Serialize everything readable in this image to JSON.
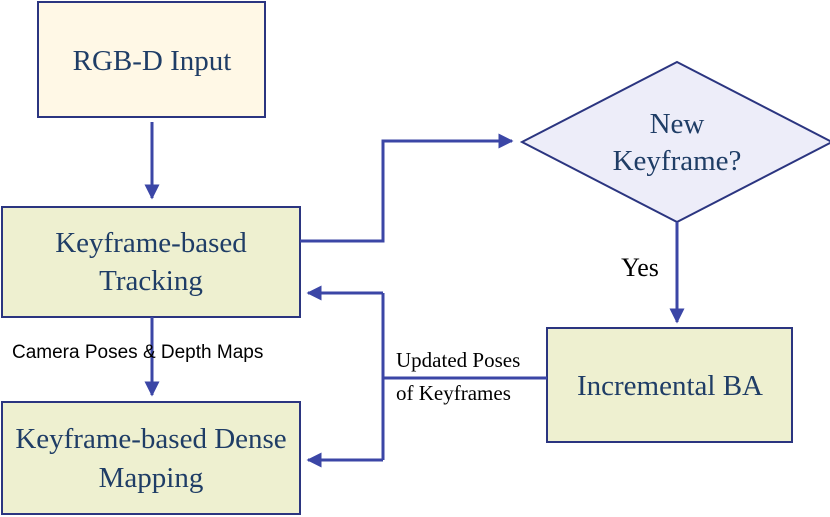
{
  "colors": {
    "box_fill_input": "#fff8e6",
    "box_fill_process": "#eef0d0",
    "diamond_fill": "#ededf9",
    "stroke": "#2b3580",
    "arrow": "#3b46a6",
    "text": "#1f3d66"
  },
  "nodes": {
    "rgbd_input": {
      "label": "RGB-D Input"
    },
    "tracking": {
      "lines": [
        "Keyframe-based",
        "Tracking"
      ]
    },
    "new_keyframe": {
      "lines": [
        "New",
        "Keyframe?"
      ]
    },
    "incremental_ba": {
      "label": "Incremental BA"
    },
    "dense_mapping": {
      "lines": [
        "Keyframe-based Dense",
        "Mapping"
      ]
    }
  },
  "edges": {
    "yes_label": "Yes",
    "camera_label": "Camera Poses & Depth Maps",
    "updated_lines": [
      "Updated Poses",
      "of Keyframes"
    ]
  }
}
